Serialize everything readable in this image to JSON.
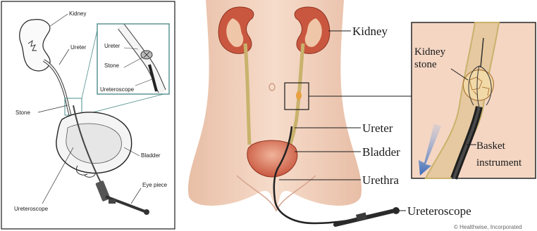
{
  "left_panel": {
    "labels": {
      "kidney": "Kidney",
      "ureter": "Ureter",
      "stone": "Stone",
      "bladder": "Bladder",
      "eye_piece": "Eye piece",
      "ureteroscope": "Ureteroscope"
    },
    "inset_labels": {
      "ureter": "Ureter",
      "stone": "Stone",
      "ureteroscope": "Ureteroscope"
    }
  },
  "right_panel": {
    "labels": {
      "kidney": "Kidney",
      "ureter": "Ureter",
      "bladder": "Bladder",
      "urethra": "Urethra",
      "ureteroscope": "Ureteroscope"
    },
    "inset_labels": {
      "kidney_stone_line1": "Kidney",
      "kidney_stone_line2": "stone",
      "basket_line1": "Basket",
      "basket_line2": "instrument"
    }
  },
  "credit": "© Healthwise, Incorporated",
  "colors": {
    "skin": "#f2d1bd",
    "skin_shade": "#e3b49c",
    "kidney_red": "#c9573f",
    "ureter_tan": "#c9b26c",
    "bladder": "#d98a6a",
    "inset_bg": "#f4d6c3",
    "inset_border": "#4f8d8d",
    "arrow_blue": "#3f6db8"
  }
}
